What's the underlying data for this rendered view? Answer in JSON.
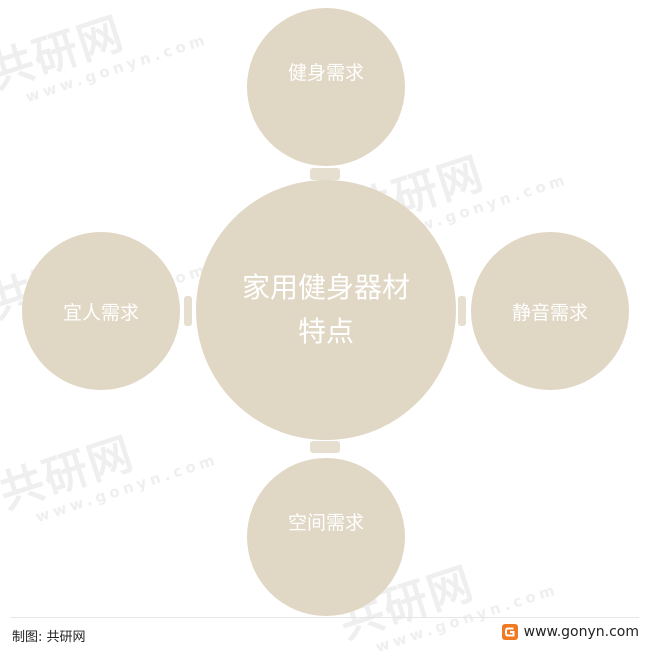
{
  "diagram": {
    "center_label_line1": "家用健身器材",
    "center_label_line2": "特点",
    "top_label": "健身需求",
    "left_label": "宜人需求",
    "right_label": "静音需求",
    "bottom_label": "空间需求"
  },
  "watermark": {
    "text_cn": "共研网",
    "text_en": "www.gonyn.com"
  },
  "footer": {
    "credit": "制图: 共研网",
    "site": "www.gonyn.com"
  },
  "colors": {
    "circle_fill": "#e0d7c4",
    "label_text": "#ffffff",
    "logo_orange": "#f07a21"
  }
}
